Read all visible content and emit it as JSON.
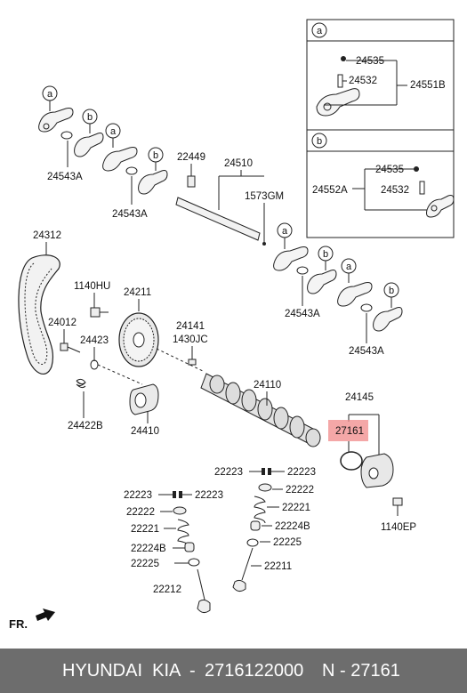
{
  "parts": {
    "p24535a": "24535",
    "p24532a": "24532",
    "p24551B": "24551B",
    "p24535b": "24535",
    "p24532b": "24532",
    "p24552A": "24552A",
    "p24543A": "24543A",
    "p22449": "22449",
    "p24510": "24510",
    "p1573GM": "1573GM",
    "p24312": "24312",
    "p1140HU": "1140HU",
    "p24211": "24211",
    "p24012": "24012",
    "p24423": "24423",
    "p24141": "24141",
    "p1430JC": "1430JC",
    "p24110": "24110",
    "p24145": "24145",
    "p27161": "27161",
    "p24422B": "24422B",
    "p24410": "24410",
    "p22223": "22223",
    "p22222": "22222",
    "p22221": "22221",
    "p22224B": "22224B",
    "p22225": "22225",
    "p22211": "22211",
    "p22212": "22212",
    "p1140EP": "1140EP"
  },
  "callouts": {
    "a": "a",
    "b": "b"
  },
  "fr_label": "FR.",
  "highlight_color": "#f08a8a",
  "footer": {
    "brand": "HYUNDAI  KIA",
    "separator": "-",
    "part_number": "2716122000",
    "ref": "N - 27161"
  }
}
